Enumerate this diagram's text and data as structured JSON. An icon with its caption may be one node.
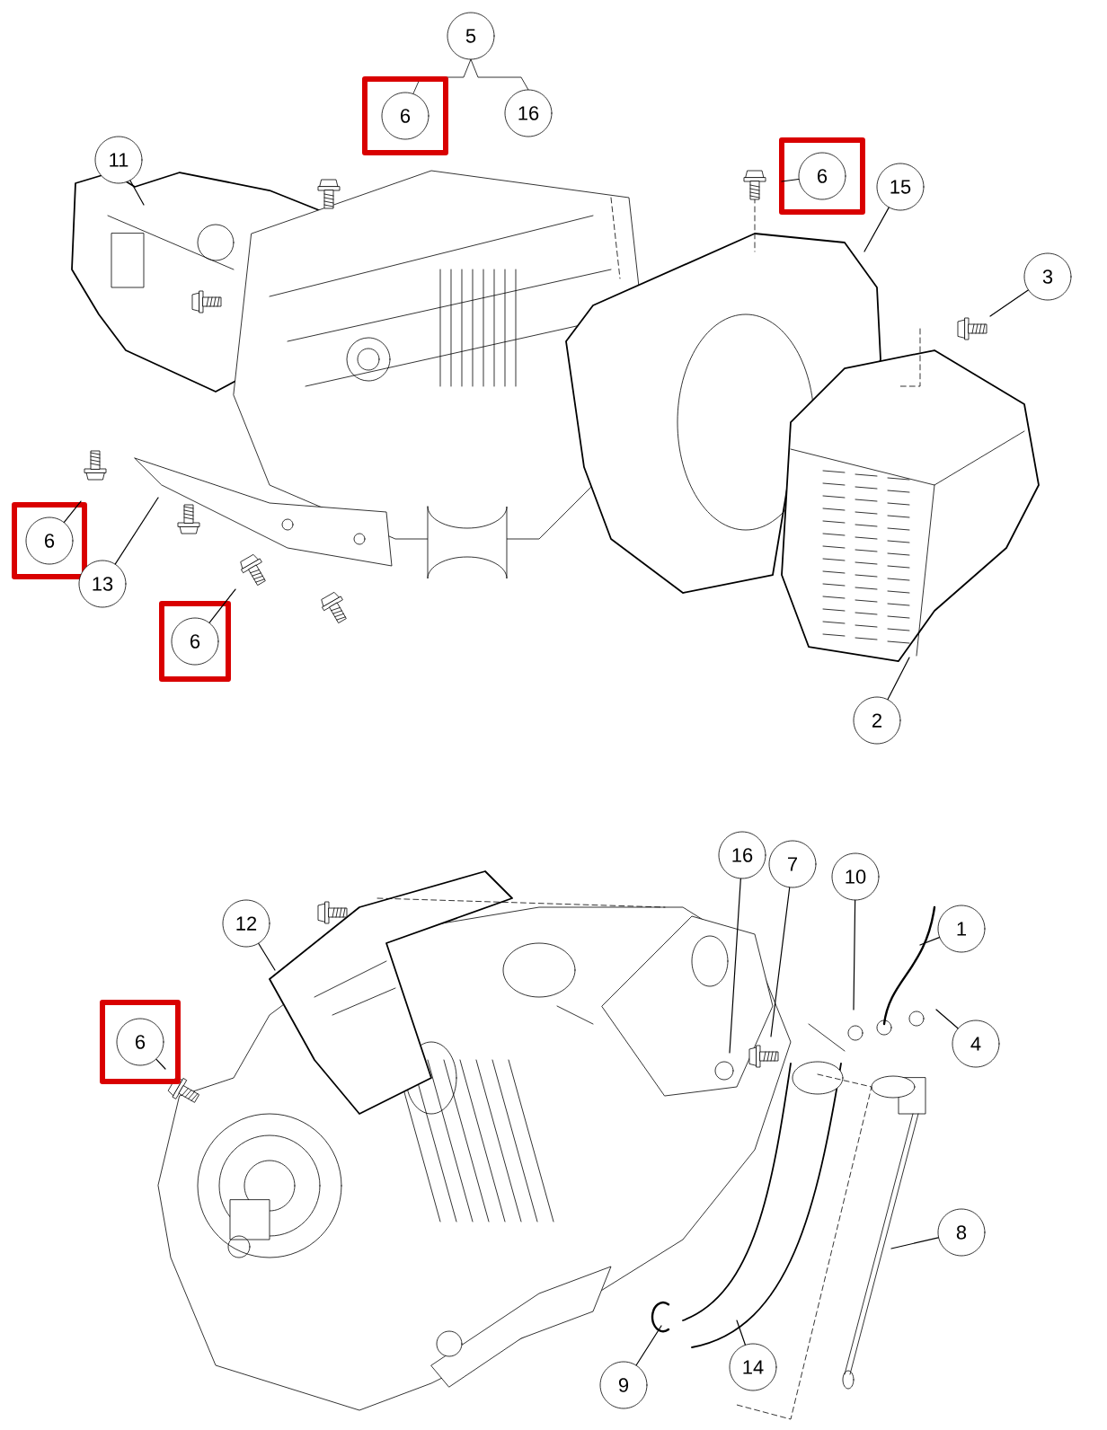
{
  "diagram": {
    "nodes": [
      {
        "text": [
          "5"
        ]
      },
      {
        "text": [],
        "shape": "box"
      },
      {
        "text": [
          "6"
        ],
        "in": 1
      },
      {
        "text": [
          "16"
        ]
      },
      {
        "text": [
          "11"
        ]
      },
      {
        "text": [],
        "shape": "box"
      },
      {
        "text": [
          "6"
        ],
        "in": 5
      },
      {
        "text": [
          "15"
        ]
      },
      {
        "text": [
          "3"
        ]
      },
      {
        "text": [],
        "shape": "box"
      },
      {
        "text": [
          "6"
        ],
        "in": 9
      },
      {
        "text": [
          "13"
        ]
      },
      {
        "text": [],
        "shape": "box"
      },
      {
        "text": [
          "6"
        ],
        "in": 12
      },
      {
        "text": [
          "2"
        ]
      },
      {
        "text": [
          "16"
        ]
      },
      {
        "text": [
          "7"
        ]
      },
      {
        "text": [
          "10"
        ]
      },
      {
        "text": [
          "12"
        ]
      },
      {
        "text": [
          "1"
        ]
      },
      {
        "text": [],
        "shape": "box"
      },
      {
        "text": [
          "6"
        ],
        "in": 20
      },
      {
        "text": [
          "4"
        ]
      },
      {
        "text": [
          "8"
        ]
      },
      {
        "text": [
          "14"
        ]
      },
      {
        "text": [
          "9"
        ]
      }
    ],
    "edges": [
      {
        "from": 4,
        "to": null,
        "arrow": "none"
      },
      {
        "from": 6,
        "to": null,
        "arrow": "none"
      },
      {
        "from": 7,
        "to": null,
        "arrow": "none"
      },
      {
        "from": 8,
        "to": null,
        "arrow": "none"
      },
      {
        "from": 10,
        "to": null,
        "arrow": "none"
      },
      {
        "from": 11,
        "to": null,
        "arrow": "none"
      },
      {
        "from": 13,
        "to": null,
        "arrow": "none"
      },
      {
        "from": 14,
        "to": null,
        "arrow": "none"
      },
      {
        "from": 15,
        "to": null,
        "arrow": "none"
      },
      {
        "from": 16,
        "to": null,
        "arrow": "none"
      },
      {
        "from": 17,
        "to": null,
        "arrow": "none"
      },
      {
        "from": 18,
        "to": null,
        "arrow": "none"
      },
      {
        "from": 19,
        "to": null,
        "arrow": "none"
      },
      {
        "from": 21,
        "to": null,
        "arrow": "none"
      },
      {
        "from": 22,
        "to": null,
        "arrow": "none"
      },
      {
        "from": 23,
        "to": null,
        "arrow": "none"
      },
      {
        "from": 24,
        "to": null,
        "arrow": "none"
      },
      {
        "from": 25,
        "to": null,
        "arrow": "none"
      }
    ]
  }
}
